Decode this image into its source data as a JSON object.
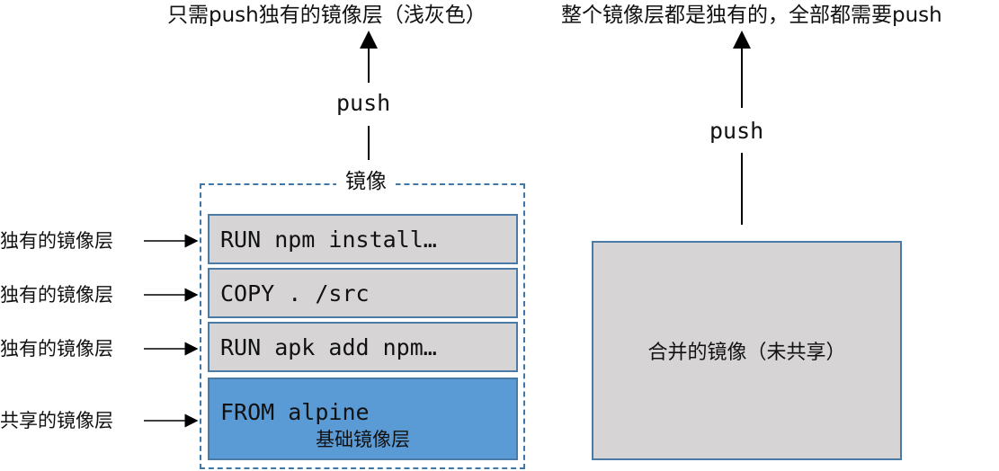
{
  "left_result": "只需push独有的镜像层（浅灰色）",
  "right_result": "整个镜像层都是独有的，全部都需要push",
  "push_label": "push",
  "image_group_label": "镜像",
  "layers": [
    {
      "label": "独有的镜像层",
      "command": "RUN npm install…"
    },
    {
      "label": "独有的镜像层",
      "command": "COPY . /src"
    },
    {
      "label": "独有的镜像层",
      "command": "RUN apk add npm…"
    },
    {
      "label": "共享的镜像层",
      "command": "FROM alpine",
      "sub": "基础镜像层"
    }
  ],
  "merged_image_label": "合并的镜像（未共享）",
  "colors": {
    "unique_layer": "#d6d4d5",
    "shared_layer": "#5b9bd5",
    "border": "#4a7aa6"
  }
}
